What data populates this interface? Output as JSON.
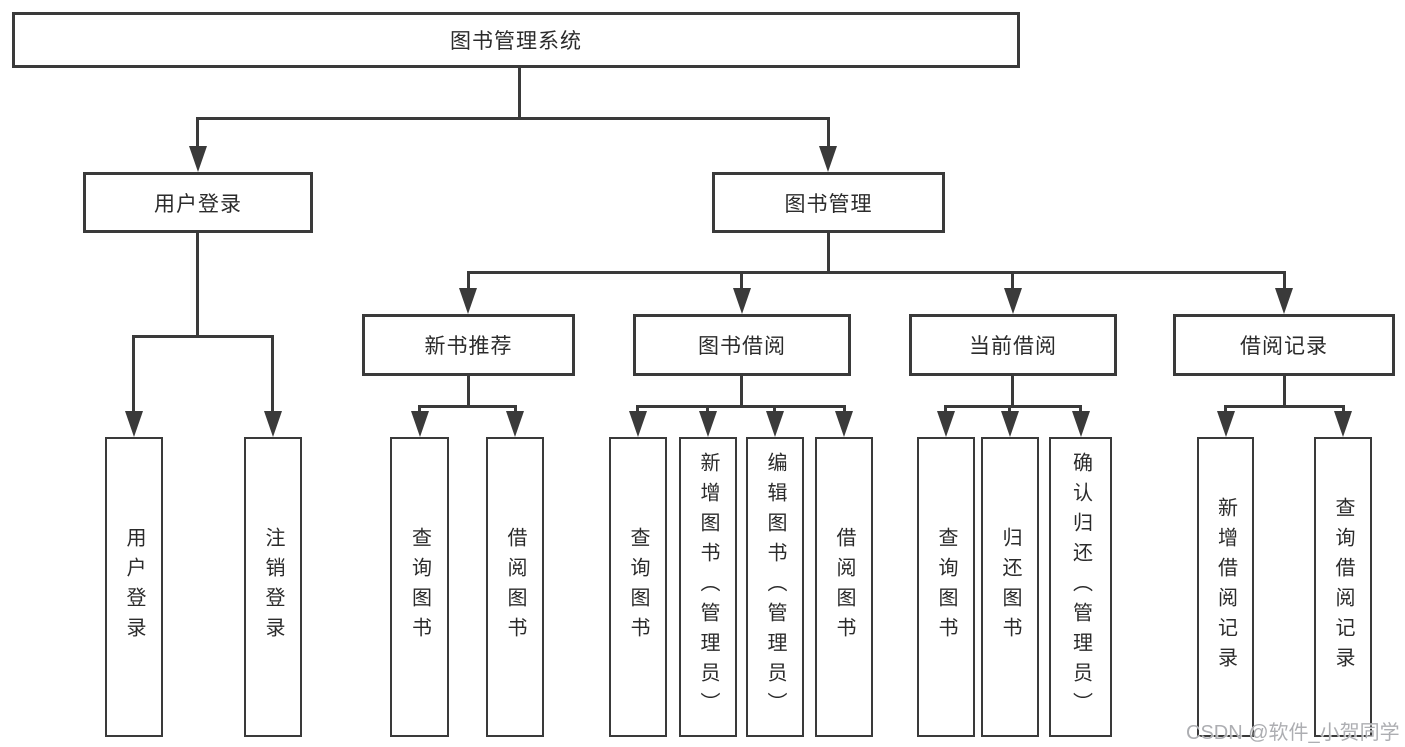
{
  "diagram": {
    "root": {
      "label": "图书管理系统"
    },
    "branches": [
      {
        "label": "用户登录",
        "children": [
          {
            "label": "用户登录"
          },
          {
            "label": "注销登录"
          }
        ]
      },
      {
        "label": "图书管理",
        "children": [
          {
            "label": "新书推荐",
            "children": [
              {
                "label": "查询图书"
              },
              {
                "label": "借阅图书"
              }
            ]
          },
          {
            "label": "图书借阅",
            "children": [
              {
                "label": "查询图书"
              },
              {
                "label": "新增图书（管理员）"
              },
              {
                "label": "编辑图书（管理员）"
              },
              {
                "label": "借阅图书"
              }
            ]
          },
          {
            "label": "当前借阅",
            "children": [
              {
                "label": "查询图书"
              },
              {
                "label": "归还图书"
              },
              {
                "label": "确认归还（管理员）"
              }
            ]
          },
          {
            "label": "借阅记录",
            "children": [
              {
                "label": "新增借阅记录"
              },
              {
                "label": "查询借阅记录"
              }
            ]
          }
        ]
      }
    ]
  },
  "watermark": {
    "text": "CSDN @软件_小贺同学"
  },
  "colors": {
    "line": "#3a3a3a",
    "text": "#2b2b2b",
    "watermark": "#adaeb2",
    "background": "#ffffff"
  }
}
